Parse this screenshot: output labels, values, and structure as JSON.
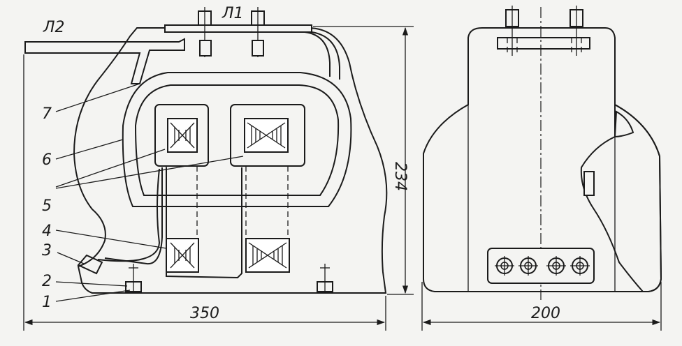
{
  "labels": {
    "l1": "Л1",
    "l2": "Л2",
    "n1": "1",
    "n2": "2",
    "n3": "3",
    "n4": "4",
    "n5": "5",
    "n6": "6",
    "n7": "7"
  },
  "dimensions": {
    "front_width": "350",
    "height": "234",
    "side_width": "200"
  }
}
